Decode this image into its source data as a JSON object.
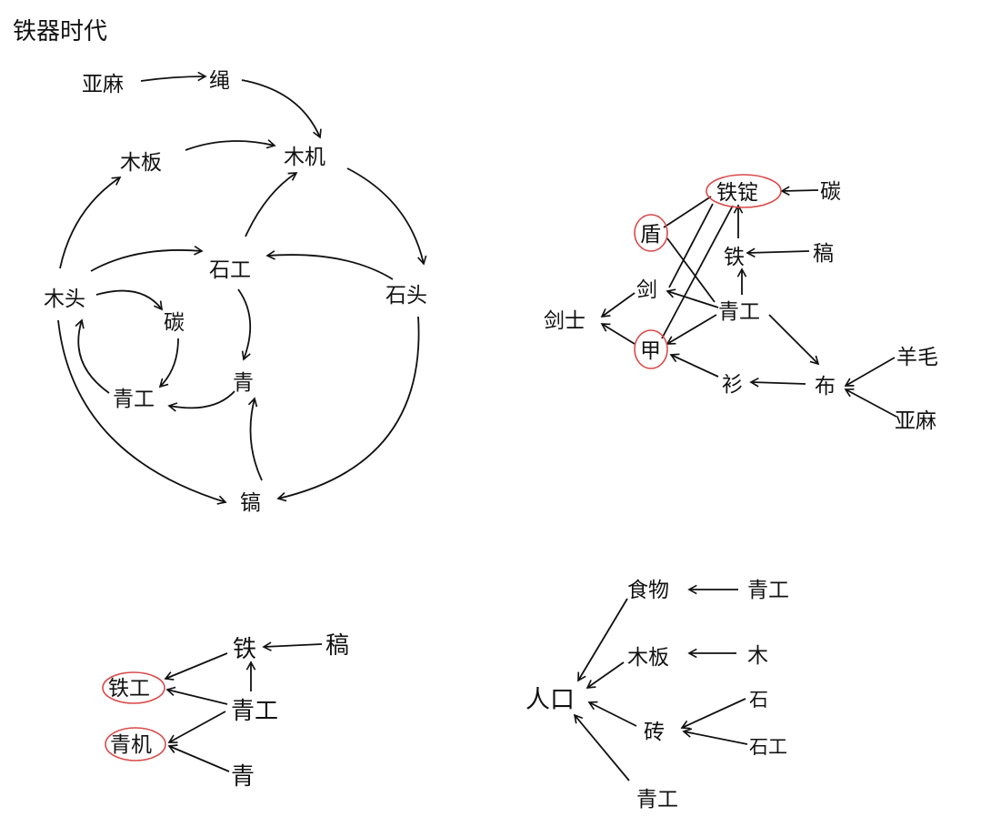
{
  "title": "铁器时代",
  "diagrams": [
    {
      "id": "d1",
      "nodes": [
        {
          "id": "linen",
          "label": "亚麻"
        },
        {
          "id": "rope",
          "label": "绳"
        },
        {
          "id": "plank",
          "label": "木板"
        },
        {
          "id": "woodmachine",
          "label": "木机"
        },
        {
          "id": "wood",
          "label": "木头"
        },
        {
          "id": "stonework",
          "label": "石工"
        },
        {
          "id": "stone",
          "label": "石头"
        },
        {
          "id": "carbon",
          "label": "碳"
        },
        {
          "id": "bronzework",
          "label": "青工"
        },
        {
          "id": "bronze",
          "label": "青"
        },
        {
          "id": "pick",
          "label": "镐"
        }
      ]
    },
    {
      "id": "d2",
      "nodes": [
        {
          "id": "ingot",
          "label": "铁锭",
          "circled": true
        },
        {
          "id": "carbon2",
          "label": "碳"
        },
        {
          "id": "shield",
          "label": "盾",
          "circled": true
        },
        {
          "id": "iron",
          "label": "铁"
        },
        {
          "id": "pick2",
          "label": "稿"
        },
        {
          "id": "sword",
          "label": "剑"
        },
        {
          "id": "bronzework2",
          "label": "青工"
        },
        {
          "id": "swordsman",
          "label": "剑士"
        },
        {
          "id": "armor",
          "label": "甲",
          "circled": true
        },
        {
          "id": "shirt",
          "label": "衫"
        },
        {
          "id": "cloth",
          "label": "布"
        },
        {
          "id": "wool",
          "label": "羊毛"
        },
        {
          "id": "linen2",
          "label": "亚麻"
        }
      ]
    },
    {
      "id": "d3",
      "nodes": [
        {
          "id": "iron3",
          "label": "铁"
        },
        {
          "id": "pick3",
          "label": "稿"
        },
        {
          "id": "ironwork",
          "label": "铁工",
          "circled": true
        },
        {
          "id": "bronzework3",
          "label": "青工"
        },
        {
          "id": "bronzemachine",
          "label": "青机",
          "circled": true
        },
        {
          "id": "bronze3",
          "label": "青"
        }
      ]
    },
    {
      "id": "d4",
      "nodes": [
        {
          "id": "food",
          "label": "食物"
        },
        {
          "id": "bronzework4a",
          "label": "青工"
        },
        {
          "id": "plank4",
          "label": "木板"
        },
        {
          "id": "wood4",
          "label": "木"
        },
        {
          "id": "population",
          "label": "人口"
        },
        {
          "id": "stone4",
          "label": "石"
        },
        {
          "id": "brick",
          "label": "砖"
        },
        {
          "id": "stonework4",
          "label": "石工"
        },
        {
          "id": "bronzework4b",
          "label": "青工"
        }
      ]
    }
  ]
}
